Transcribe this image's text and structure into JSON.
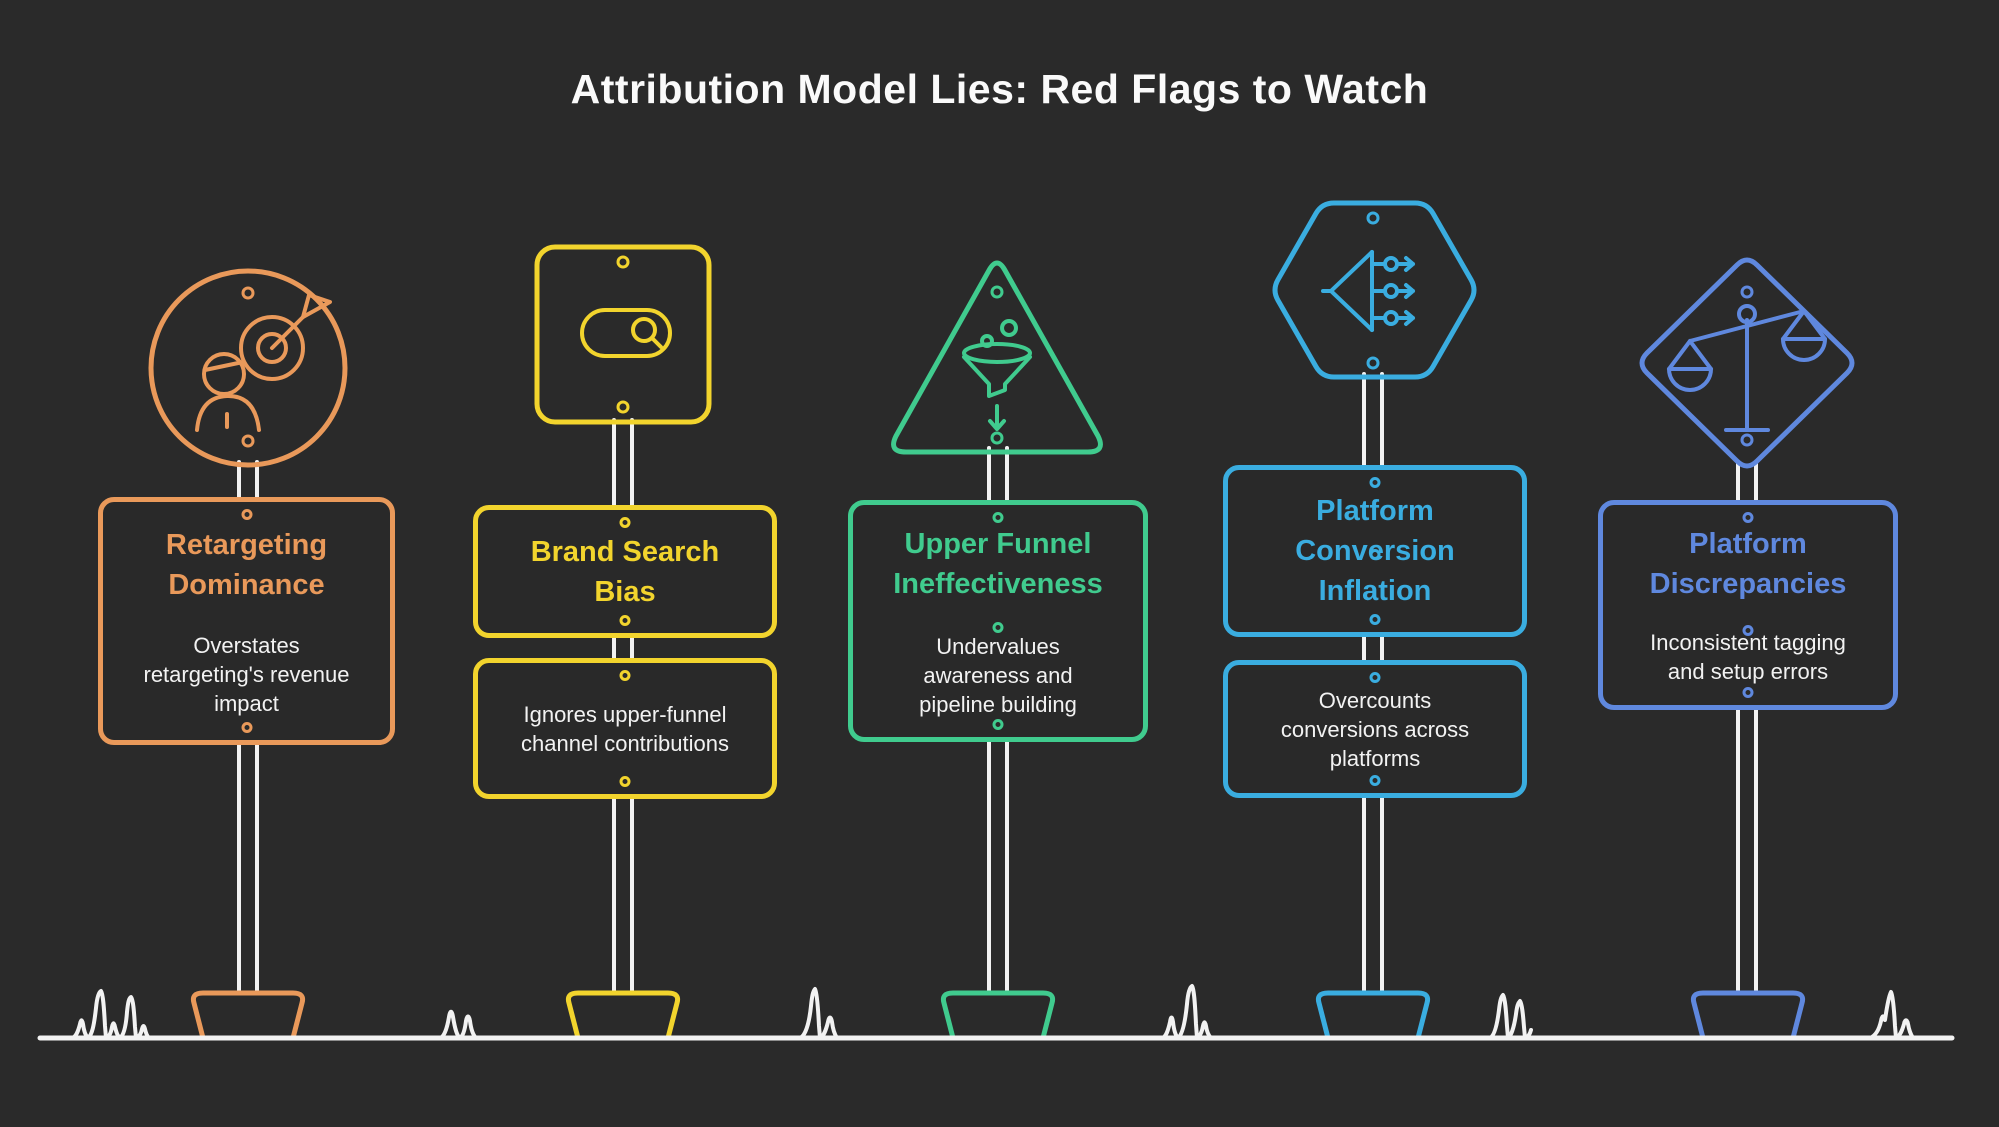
{
  "page": {
    "title": "Attribution Model Lies: Red Flags to Watch",
    "background": "#2a2a2a",
    "line_color": "#f2f2f2"
  },
  "signs": [
    {
      "shape": "circle-sign",
      "icon": "target-audience-icon",
      "accent": "#e9995a",
      "title": "Retargeting Dominance",
      "description": "Overstates retargeting's revenue impact"
    },
    {
      "shape": "square-sign",
      "icon": "brand-search-icon",
      "accent": "#f2d42d",
      "title": "Brand Search Bias",
      "description": "Ignores upper-funnel channel contributions"
    },
    {
      "shape": "triangle-sign",
      "icon": "funnel-icon",
      "accent": "#40cb8e",
      "title": "Upper Funnel Ineffectiveness",
      "description": "Undervalues awareness and pipeline building"
    },
    {
      "shape": "hexagon-sign",
      "icon": "split-conversions-icon",
      "accent": "#3aade0",
      "title": "Platform Conversion Inflation",
      "description": "Overcounts conversions across platforms"
    },
    {
      "shape": "diamond-sign",
      "icon": "balance-scales-icon",
      "accent": "#5f88de",
      "title": "Platform Discrepancies",
      "description": "Inconsistent tagging and setup errors"
    }
  ]
}
